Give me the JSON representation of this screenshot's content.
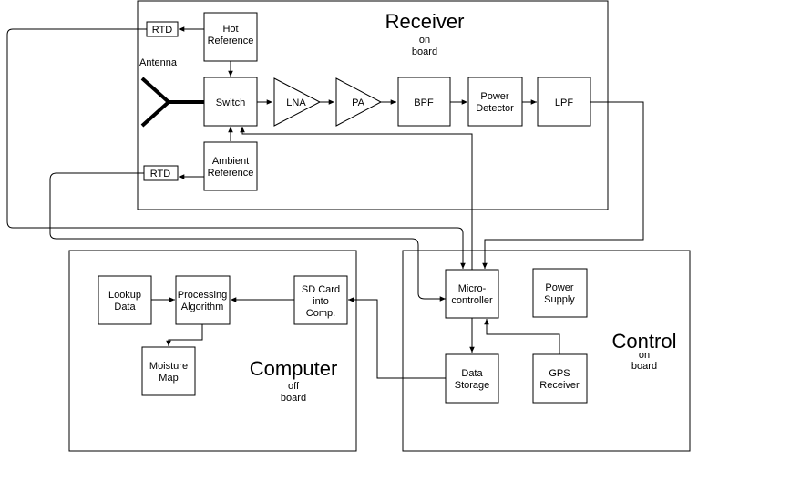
{
  "groups": {
    "receiver": {
      "title": "Receiver",
      "sub1": "on",
      "sub2": "board"
    },
    "computer": {
      "title": "Computer",
      "sub1": "off",
      "sub2": "board"
    },
    "control": {
      "title": "Control",
      "sub1": "on",
      "sub2": "board"
    }
  },
  "receiver": {
    "antenna_label": "Antenna",
    "rtd_top": "RTD",
    "rtd_bottom": "RTD",
    "hot_reference": [
      "Hot",
      "Reference"
    ],
    "switch": "Switch",
    "ambient_reference": [
      "Ambient",
      "Reference"
    ],
    "lna": "LNA",
    "pa": "PA",
    "bpf": "BPF",
    "power_detector": [
      "Power",
      "Detector"
    ],
    "lpf": "LPF"
  },
  "control": {
    "microcontroller": [
      "Micro-",
      "controller"
    ],
    "power_supply": [
      "Power",
      "Supply"
    ],
    "data_storage": [
      "Data",
      "Storage"
    ],
    "gps_receiver": [
      "GPS",
      "Receiver"
    ]
  },
  "computer": {
    "lookup_data": [
      "Lookup",
      "Data"
    ],
    "processing_algorithm": [
      "Processing",
      "Algorithm"
    ],
    "sd_card": [
      "SD Card",
      "into",
      "Comp."
    ],
    "moisture_map": [
      "Moisture",
      "Map"
    ]
  }
}
